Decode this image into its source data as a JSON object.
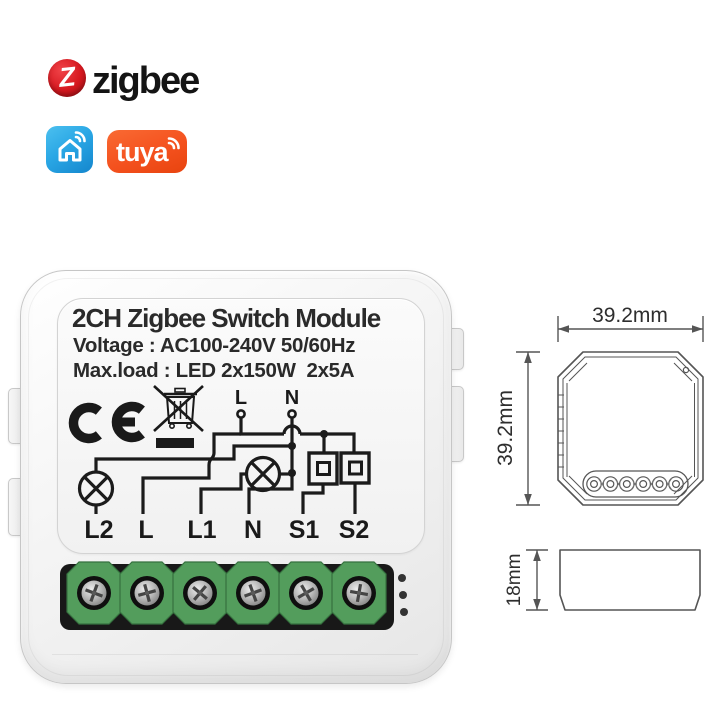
{
  "branding": {
    "zigbee": {
      "symbol": "Z",
      "wordmark": "zigbee",
      "red": "#d6181f"
    },
    "smart_life": {
      "icon": "smart-life-house-wifi",
      "blue": "#2aa7e5"
    },
    "tuya": {
      "wordmark": "tuya",
      "orange": "#f4511e"
    }
  },
  "module": {
    "title": "2CH Zigbee Switch Module",
    "voltage_line": "Voltage : AC100-240V 50/60Hz",
    "max_load_line": "Max.load : LED 2x150W  2x5A",
    "marks": [
      "CE",
      "WEEE"
    ],
    "supply_terminals": [
      "L",
      "N"
    ],
    "terminals": [
      "L2",
      "L",
      "L1",
      "N",
      "S1",
      "S2"
    ],
    "screw_count": 6,
    "wire_color": "#1b1b1b",
    "terminal_green": "#539d5c"
  },
  "dimensions": {
    "width": "39.2mm",
    "height": "39.2mm",
    "depth": "18mm"
  }
}
